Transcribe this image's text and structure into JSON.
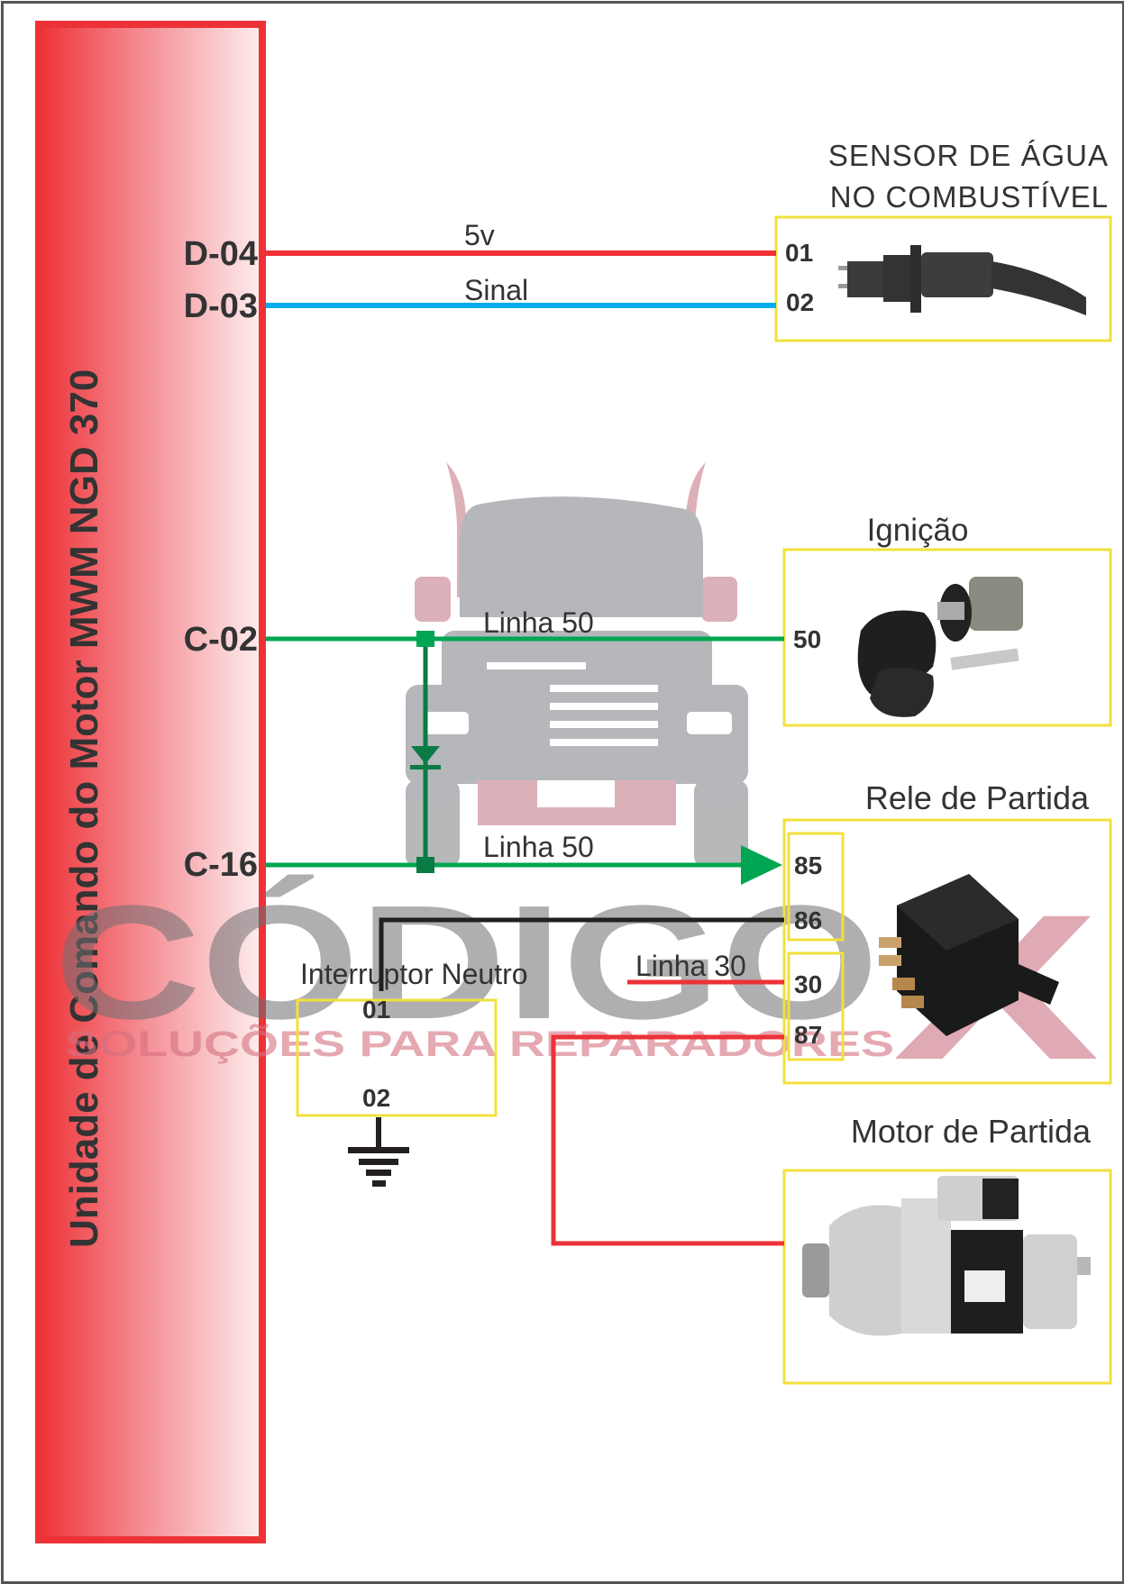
{
  "ecu": {
    "title": "Unidade de Comando do Motor MWM NGD 370",
    "connectors": [
      "D-04",
      "D-03",
      "C-02",
      "C-16"
    ]
  },
  "wires": {
    "d04": {
      "label": "5v",
      "color": "#ed3237"
    },
    "d03": {
      "label": "Sinal",
      "color": "#00aeef"
    },
    "c02": {
      "label": "Linha 50",
      "color": "#00a651"
    },
    "c16": {
      "label": "Linha 50",
      "color": "#00a651"
    },
    "line30": {
      "label": "Linha 30",
      "color": "#ed3237"
    },
    "ground_wire": {
      "color": "#231f20"
    }
  },
  "components": {
    "water_sensor": {
      "title_line1": "SENSOR DE ÁGUA",
      "title_line2": "NO COMBUSTÍVEL",
      "pins": [
        "01",
        "02"
      ]
    },
    "ignition": {
      "title": "Ignição",
      "pins": [
        "50"
      ]
    },
    "starter_relay": {
      "title": "Rele de Partida",
      "pins": [
        "85",
        "86",
        "30",
        "87"
      ]
    },
    "neutral_switch": {
      "title": "Interruptor Neutro",
      "pins": [
        "01",
        "02"
      ]
    },
    "starter_motor": {
      "title": "Motor de Partida"
    }
  },
  "watermark": {
    "brand": "CÓDIGO",
    "brand_x": "X",
    "tagline": "SOLUÇÕES PARA REPARADORES"
  },
  "colors": {
    "ecu_red": "#ed3237",
    "box_yellow": "#f2e03c",
    "text": "#333333"
  }
}
